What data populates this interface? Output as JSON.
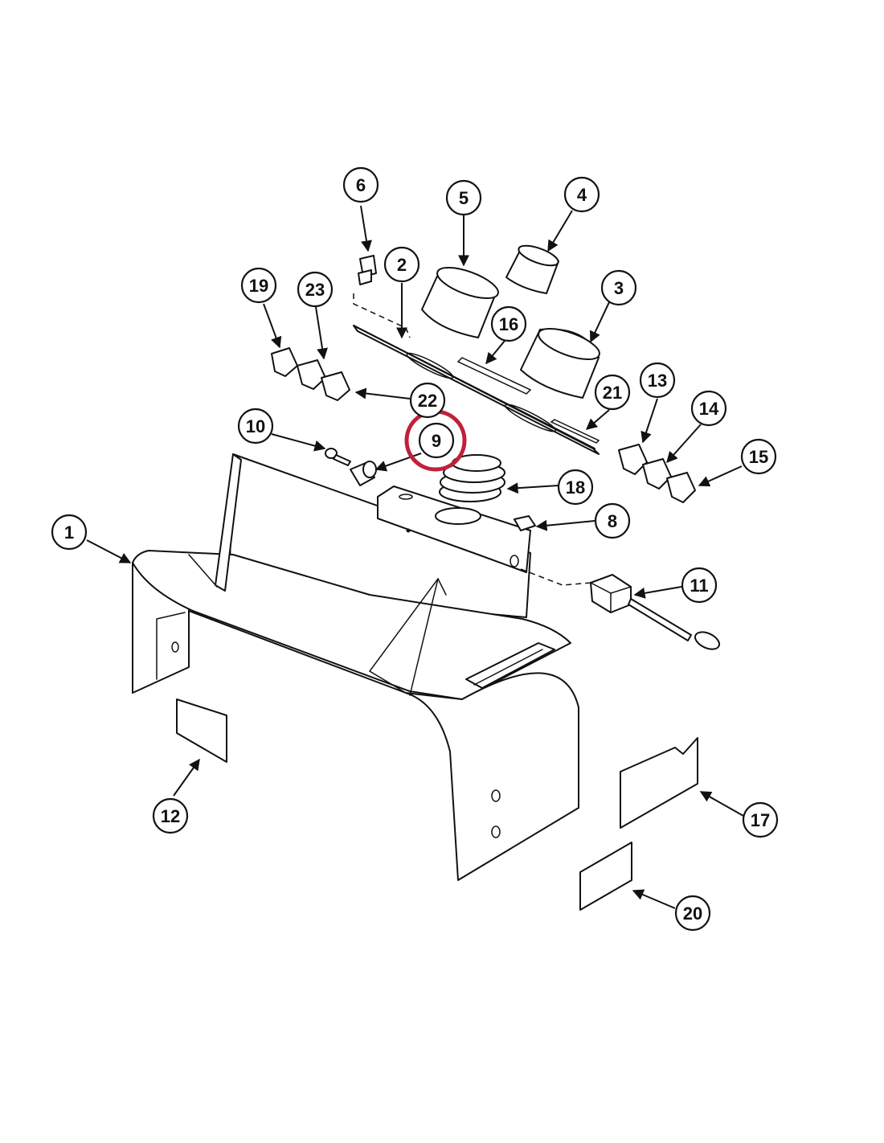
{
  "callouts": [
    {
      "label": "1"
    },
    {
      "label": "2"
    },
    {
      "label": "3"
    },
    {
      "label": "4"
    },
    {
      "label": "5"
    },
    {
      "label": "6"
    },
    {
      "label": "8"
    },
    {
      "label": "9",
      "highlighted": true
    },
    {
      "label": "10"
    },
    {
      "label": "11"
    },
    {
      "label": "12"
    },
    {
      "label": "13"
    },
    {
      "label": "14"
    },
    {
      "label": "15"
    },
    {
      "label": "16"
    },
    {
      "label": "17"
    },
    {
      "label": "18"
    },
    {
      "label": "19"
    },
    {
      "label": "20"
    },
    {
      "label": "21"
    },
    {
      "label": "22"
    },
    {
      "label": "23"
    }
  ],
  "highlight_color": "#c0203a"
}
